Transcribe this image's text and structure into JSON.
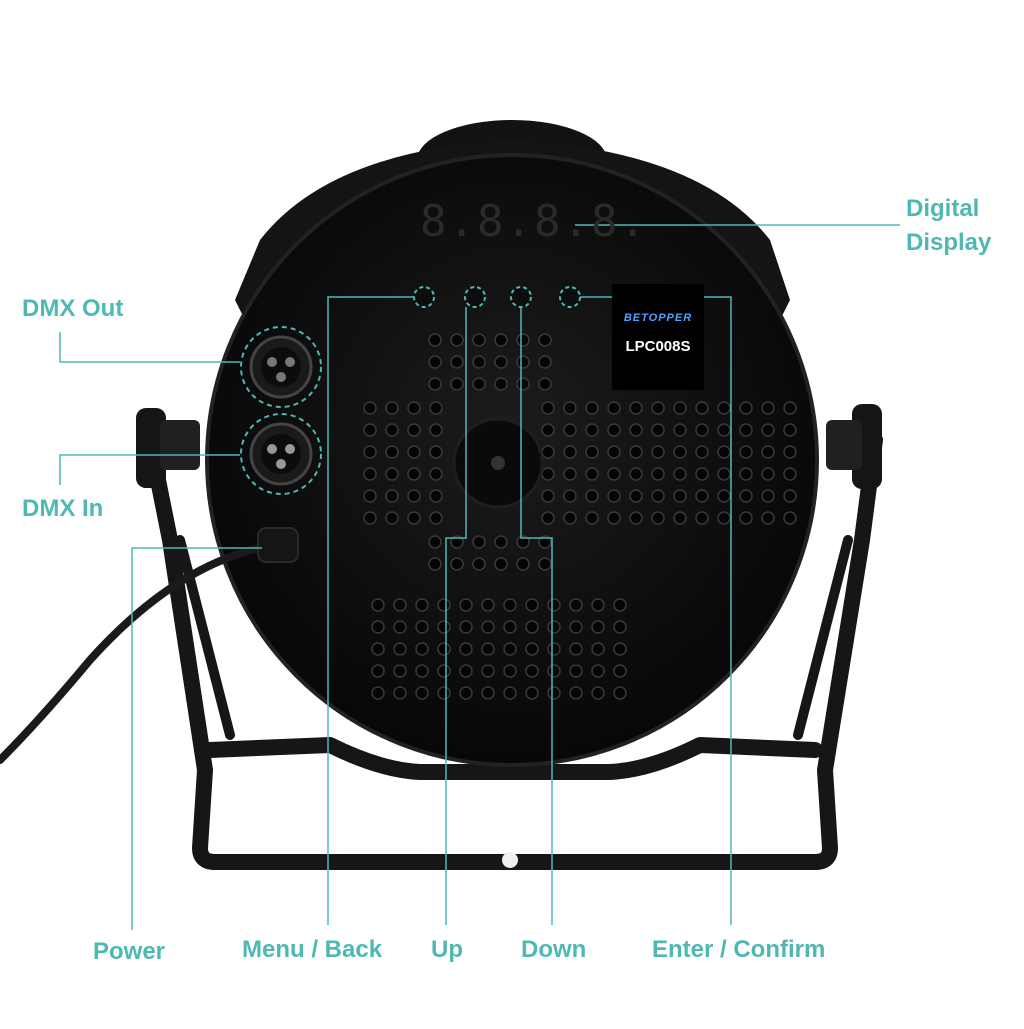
{
  "labels": {
    "digital_display_line1": "Digital",
    "digital_display_line2": "Display",
    "dmx_out": "DMX Out",
    "dmx_in": "DMX In",
    "power": "Power",
    "menu_back": "Menu / Back",
    "up": "Up",
    "down": "Down",
    "enter_confirm": "Enter / Confirm"
  },
  "device": {
    "brand": "BETOPPER",
    "model": "LPC008S",
    "display_digits": "8.8.8.8."
  },
  "colors": {
    "callout": "#4fb8b3",
    "body": "#111111",
    "frame": "#1a1a1a",
    "background": "#ffffff"
  }
}
